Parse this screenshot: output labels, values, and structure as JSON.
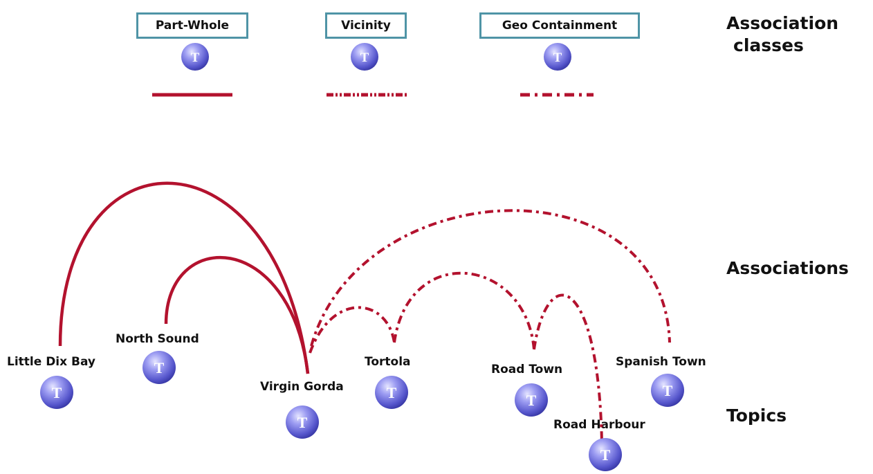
{
  "association_classes": {
    "heading_line1": "Association",
    "heading_line2": "classes",
    "items": [
      {
        "label": "Part-Whole",
        "icon": "T",
        "line_style": "solid"
      },
      {
        "label": "Vicinity",
        "icon": "T",
        "line_style": "dash-dot-dot"
      },
      {
        "label": "Geo Containment",
        "icon": "T",
        "line_style": "dash-dot"
      }
    ]
  },
  "sections": {
    "associations": "Associations",
    "topics": "Topics"
  },
  "topics": [
    {
      "id": "little_dix_bay",
      "label": "Little Dix Bay",
      "icon": "T"
    },
    {
      "id": "north_sound",
      "label": "North Sound",
      "icon": "T"
    },
    {
      "id": "virgin_gorda",
      "label": "Virgin Gorda",
      "icon": "T"
    },
    {
      "id": "tortola",
      "label": "Tortola",
      "icon": "T"
    },
    {
      "id": "road_town",
      "label": "Road Town",
      "icon": "T"
    },
    {
      "id": "road_harbour",
      "label": "Road Harbour",
      "icon": "T"
    },
    {
      "id": "spanish_town",
      "label": "Spanish Town",
      "icon": "T"
    }
  ],
  "associations": [
    {
      "from": "little_dix_bay",
      "to": "virgin_gorda",
      "class": "Part-Whole"
    },
    {
      "from": "north_sound",
      "to": "virgin_gorda",
      "class": "Part-Whole"
    },
    {
      "from": "virgin_gorda",
      "to": "tortola",
      "class": "Geo Containment"
    },
    {
      "from": "virgin_gorda",
      "to": "spanish_town",
      "class": "Geo Containment"
    },
    {
      "from": "tortola",
      "to": "road_town",
      "class": "Geo Containment"
    },
    {
      "from": "road_town",
      "to": "road_harbour",
      "class": "Geo Containment"
    }
  ],
  "colors": {
    "line": "#b3122e",
    "box_border": "#4f94a6",
    "node_light": "#c8c8ff",
    "node_mid": "#6f6fe0",
    "node_dark": "#3030a8"
  }
}
